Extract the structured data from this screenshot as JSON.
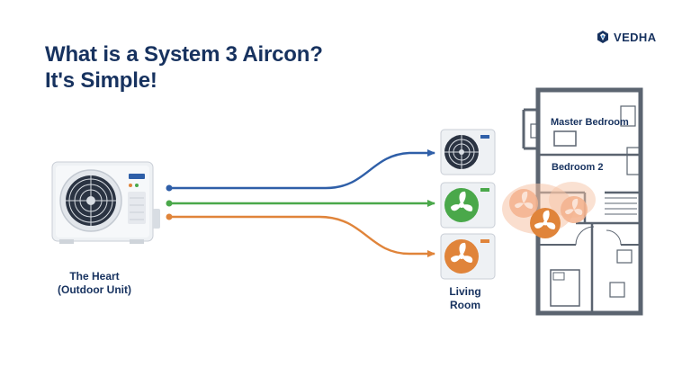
{
  "title": {
    "line1": "What is a System 3 Aircon?",
    "line2": "It's Simple!"
  },
  "brand": {
    "name": "VEDHA"
  },
  "outdoor_unit": {
    "label_line1": "The Heart",
    "label_line2": "(Outdoor Unit)"
  },
  "indoor_units": [
    {
      "line_color": "#2f5fa8",
      "fan_color": "#2f5fa8",
      "room": "Master Bedroom"
    },
    {
      "line_color": "#4aa84a",
      "fan_color": "#4aa84a",
      "room": "Bedroom 2"
    },
    {
      "line_color": "#e0843a",
      "fan_color": "#e0843a",
      "room": "Living Room"
    }
  ],
  "rooms": {
    "master_bedroom": "Master Bedroom",
    "bedroom_2": "Bedroom 2",
    "living_line1": "Living",
    "living_line2": "Room"
  },
  "colors": {
    "title": "#17325f",
    "blue": "#2f5fa8",
    "green": "#4aa84a",
    "orange": "#e0843a",
    "airflow": "#f6c3a6",
    "floorplan": "#5b6470"
  },
  "icons": [
    "vedha-logo-icon",
    "outdoor-fan-icon",
    "indoor-fan-icon",
    "airflow-fan-icon"
  ]
}
